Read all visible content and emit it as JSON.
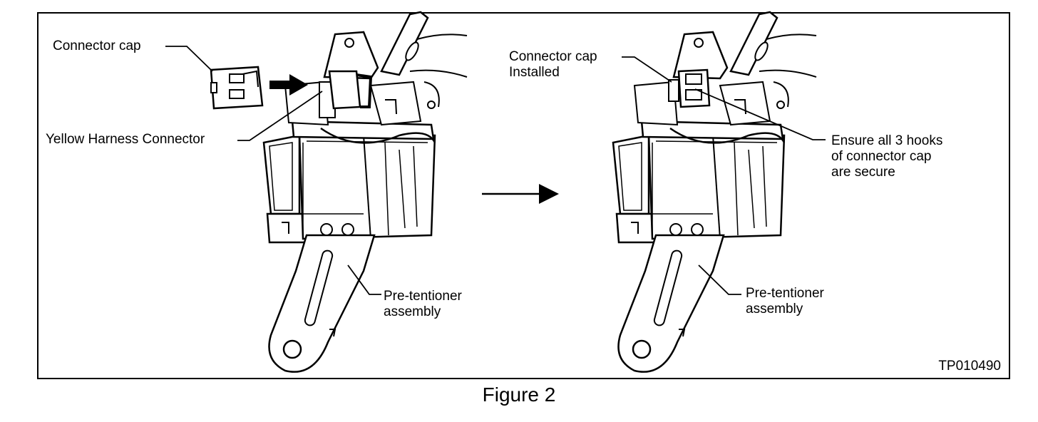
{
  "figure": {
    "caption": "Figure 2",
    "code": "TP010490"
  },
  "left_panel": {
    "connector_cap_label": "Connector cap",
    "yellow_harness_label": "Yellow Harness Connector",
    "pretensioner_label_line1": "Pre-tentioner",
    "pretensioner_label_line2": "assembly"
  },
  "right_panel": {
    "cap_installed_line1": "Connector cap",
    "cap_installed_line2": "Installed",
    "hooks_line1": "Ensure all 3 hooks",
    "hooks_line2": "of connector cap",
    "hooks_line3": "are secure",
    "pretensioner_label_line1": "Pre-tentioner",
    "pretensioner_label_line2": "assembly"
  }
}
